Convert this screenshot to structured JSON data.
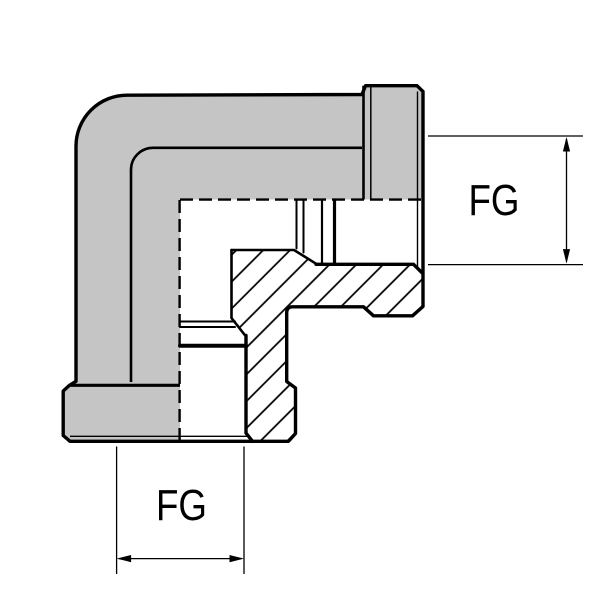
{
  "drawing": {
    "kind": "technical-drawing",
    "subject": "90-degree elbow fitting, female ports, half-section view",
    "labels": {
      "right_dim": "FG",
      "bottom_dim": "FG"
    },
    "colors": {
      "body_gray": "#c5c5c5",
      "line_black": "#000000",
      "background": "#ffffff"
    }
  }
}
